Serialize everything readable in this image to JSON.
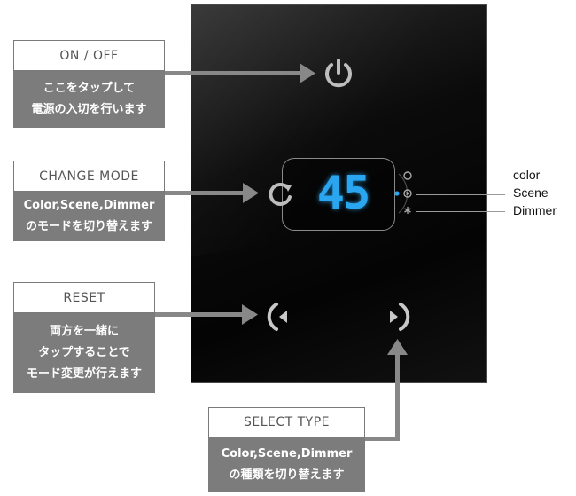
{
  "display": {
    "value": "45",
    "color": "#2aa6f0"
  },
  "callouts": {
    "power": {
      "title": "ON / OFF",
      "desc": [
        "ここをタップして",
        "電源の入切を行います"
      ]
    },
    "mode": {
      "title": "CHANGE MODE",
      "desc": [
        "Color,Scene,Dimmer",
        "のモードを切り替えます"
      ]
    },
    "reset": {
      "title": "RESET",
      "desc": [
        "両方を一緒に",
        "タップすることで",
        "モード変更が行えます"
      ]
    },
    "select": {
      "title": "SELECT TYPE",
      "desc": [
        "Color,Scene,Dimmer",
        "の種類を切り替えます"
      ]
    }
  },
  "modes": [
    {
      "label": "color",
      "icon": "circle-icon",
      "active": false
    },
    {
      "label": "Scene",
      "icon": "play-circle-icon",
      "active": true
    },
    {
      "label": "Dimmer",
      "icon": "asterisk-icon",
      "active": false
    }
  ],
  "icons": {
    "power": "power-icon",
    "mode": "cycle-icon",
    "prev": "left-bracket-icon",
    "next": "right-bracket-icon"
  },
  "colors": {
    "panel": "#050505",
    "callout_bg": "#7c7c7c",
    "indicator_active": "#2aa6f0"
  }
}
